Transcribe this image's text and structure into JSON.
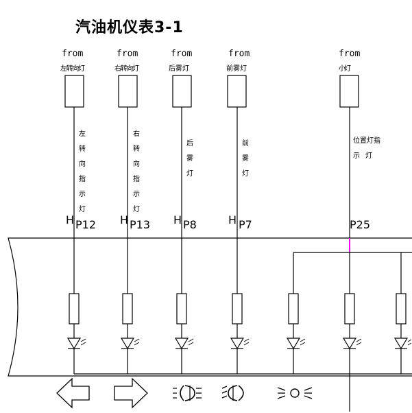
{
  "title": "汽油机仪表3-1",
  "channels": [
    {
      "from": "from",
      "source": "左转向灯",
      "signal": [
        "左",
        "转",
        "向",
        "指",
        "示",
        "灯"
      ],
      "pin_prefix": "H",
      "pin": "P12"
    },
    {
      "from": "from",
      "source": "右转向灯",
      "signal": [
        "右",
        "转",
        "向",
        "指",
        "示",
        "灯"
      ],
      "pin_prefix": "H",
      "pin": "P13"
    },
    {
      "from": "from",
      "source": "后雾灯",
      "signal": [
        "后",
        "雾",
        "灯"
      ],
      "pin_prefix": "H",
      "pin": "P8"
    },
    {
      "from": "from",
      "source": "前雾灯",
      "signal": [
        "前",
        "雾",
        "灯"
      ],
      "pin_prefix": "H",
      "pin": "P7"
    },
    {
      "from": "from",
      "source": "小灯",
      "signal": [
        "位置灯指",
        "示灯"
      ],
      "pin_prefix": "",
      "pin": "P25"
    }
  ],
  "colors": {
    "line": "#000000",
    "junction": "#ff00ff"
  },
  "icons": [
    "left-arrow-icon",
    "right-arrow-icon",
    "rear-fog-lamp-icon",
    "front-fog-lamp-icon",
    "position-lamp-icon"
  ]
}
